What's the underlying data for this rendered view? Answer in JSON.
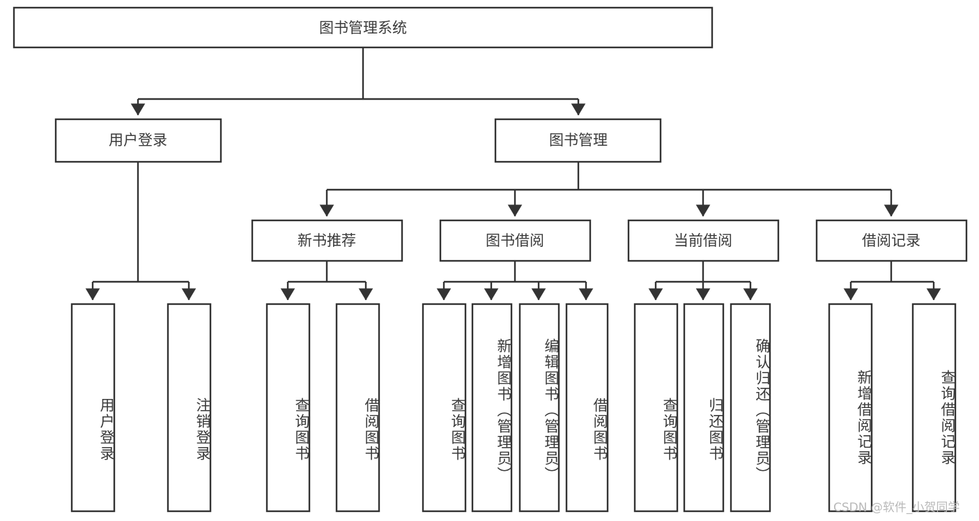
{
  "diagram": {
    "type": "tree",
    "title": "图书管理系统",
    "root": {
      "label": "图书管理系统"
    },
    "level2": [
      {
        "label": "用户登录"
      },
      {
        "label": "图书管理"
      }
    ],
    "level3": [
      {
        "label": "新书推荐"
      },
      {
        "label": "图书借阅"
      },
      {
        "label": "当前借阅"
      },
      {
        "label": "借阅记录"
      }
    ],
    "leaves": [
      {
        "label": "用户登录",
        "parent": "用户登录"
      },
      {
        "label": "注销登录",
        "parent": "用户登录"
      },
      {
        "label": "查询图书",
        "parent": "新书推荐"
      },
      {
        "label": "借阅图书",
        "parent": "新书推荐"
      },
      {
        "label": "查询图书",
        "parent": "图书借阅"
      },
      {
        "label": "新增图书（管理员）",
        "parent": "图书借阅"
      },
      {
        "label": "编辑图书（管理员）",
        "parent": "图书借阅"
      },
      {
        "label": "借阅图书",
        "parent": "图书借阅"
      },
      {
        "label": "查询图书",
        "parent": "当前借阅"
      },
      {
        "label": "归还图书",
        "parent": "当前借阅"
      },
      {
        "label": "确认归还（管理员）",
        "parent": "当前借阅"
      },
      {
        "label": "新增借阅记录",
        "parent": "借阅记录"
      },
      {
        "label": "查询借阅记录",
        "parent": "借阅记录"
      }
    ]
  },
  "watermark": {
    "text": "CSDN @软件_小贺同学"
  },
  "colors": {
    "stroke": "#333333",
    "text": "#3a3a3a",
    "background": "#ffffff",
    "watermark": "#b9b9b9"
  }
}
